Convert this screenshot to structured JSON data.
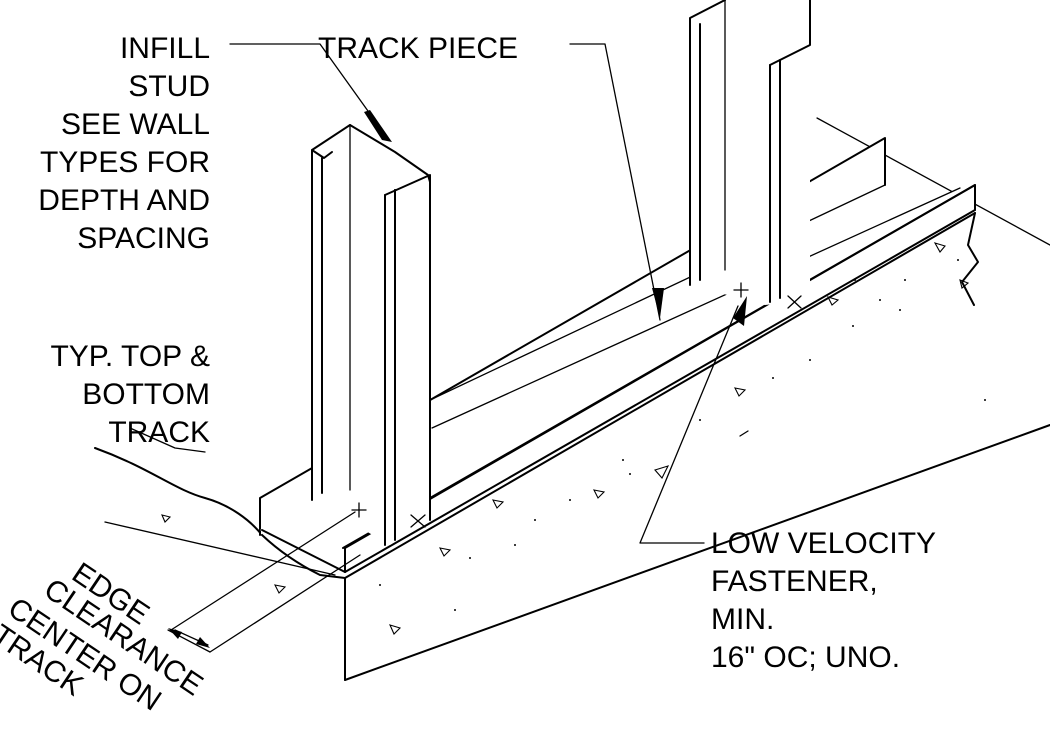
{
  "labels": {
    "infill_stud": [
      "INFILL",
      "STUD",
      "SEE WALL",
      "TYPES FOR",
      "DEPTH AND",
      "SPACING"
    ],
    "track_piece": [
      "TRACK PIECE"
    ],
    "top_bottom_track": [
      "TYP. TOP &",
      "BOTTOM",
      "TRACK"
    ],
    "fastener": [
      "LOW VELOCITY",
      "FASTENER,",
      "MIN.",
      "16\" OC; UNO."
    ],
    "edge_clearance": [
      "EDGE",
      "CLEARANCE",
      "CENTER ON",
      "TRACK"
    ]
  }
}
